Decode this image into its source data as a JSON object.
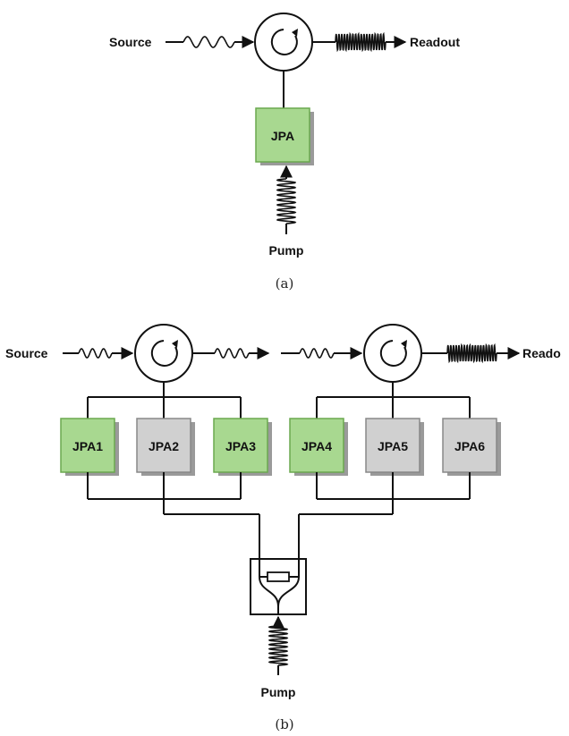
{
  "panel_a": {
    "caption": "(a)",
    "source_label": "Source",
    "readout_label": "Readout",
    "pump_label": "Pump",
    "amplifier_label": "JPA"
  },
  "panel_b": {
    "caption": "(b)",
    "source_label": "Source",
    "readout_label": "Reado",
    "pump_label": "Pump",
    "amplifiers": [
      {
        "label": "JPA1",
        "state": "active"
      },
      {
        "label": "JPA2",
        "state": "inactive"
      },
      {
        "label": "JPA3",
        "state": "active"
      },
      {
        "label": "JPA4",
        "state": "active"
      },
      {
        "label": "JPA5",
        "state": "inactive"
      },
      {
        "label": "JPA6",
        "state": "inactive"
      }
    ]
  },
  "colors": {
    "active_fill": "#a8d890",
    "active_border": "#6aa84f",
    "inactive_fill": "#d0d0d0",
    "inactive_border": "#888888",
    "shadow": "#9a9a9a",
    "line": "#111111"
  },
  "icons": {
    "circulator": "circulator-icon",
    "signal": "wavy-arrow-icon",
    "amplified_signal": "oscillation-icon",
    "pump": "spring-coil-icon",
    "splitter": "power-splitter-icon"
  }
}
